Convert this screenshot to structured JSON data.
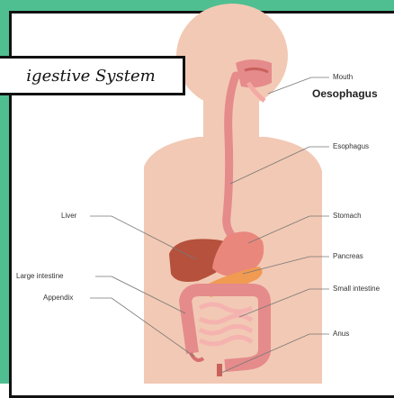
{
  "title": "igestive System",
  "heading": "Oesophagus",
  "labels": {
    "mouth": "Mouth",
    "esophagus": "Esophagus",
    "stomach": "Stomach",
    "pancreas": "Pancreas",
    "small_intestine": "Small intestine",
    "anus": "Anus",
    "liver": "Liver",
    "large_intestine": "Large intestine",
    "appendix": "Appendix"
  },
  "colors": {
    "frame": "#4fbf92",
    "body": "#f2c9b4",
    "liver": "#b5513c",
    "stomach": "#e9877c",
    "pancreas": "#f09a52",
    "intestine": "#e58b8b"
  }
}
